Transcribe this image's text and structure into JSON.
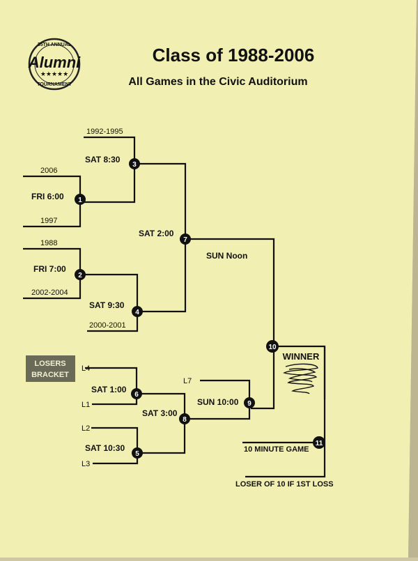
{
  "header": {
    "title": "Class of 1988-2006",
    "subtitle": "All Games in the Civic Auditorium",
    "logo": {
      "arc_top": "35TH ANNUAL",
      "script": "Alumni",
      "arc_bottom": "TOURNAMENT"
    }
  },
  "bracket": {
    "teams": {
      "t1992": "1992-1995",
      "t2006": "2006",
      "t1997": "1997",
      "t1988": "1988",
      "t2002": "2002-2004",
      "t2000": "2000-2001"
    },
    "times": {
      "g1": "FRI 6:00",
      "g2": "FRI 7:00",
      "g3": "SAT 8:30",
      "g4": "SAT 9:30",
      "g5": "SAT 10:30",
      "g6": "SAT 1:00",
      "g7": "SAT 2:00",
      "g8": "SAT 3:00",
      "g9": "SUN 10:00",
      "g10": "SUN Noon"
    },
    "games": {
      "g1": "1",
      "g2": "2",
      "g3": "3",
      "g4": "4",
      "g5": "5",
      "g6": "6",
      "g7": "7",
      "g8": "8",
      "g9": "9",
      "g10": "10",
      "g11": "11"
    },
    "losers_slots": {
      "l1": "L1",
      "l2": "L2",
      "l3": "L3",
      "l4": "L4",
      "l7": "L7"
    },
    "losers_label_line1": "LOSERS",
    "losers_label_line2": "BRACKET",
    "winner_label": "WINNER",
    "ten_minute_game": "10 MINUTE GAME",
    "loser_of_10": "LOSER OF 10 IF 1ST LOSS"
  },
  "colors": {
    "paper": "#f2efb3",
    "ink": "#111111",
    "losers_box": "#6a6a58"
  }
}
